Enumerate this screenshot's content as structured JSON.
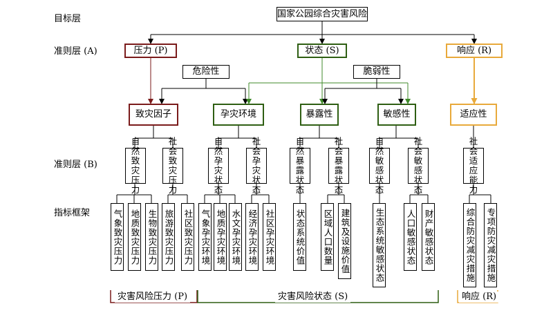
{
  "levels": {
    "goal": "目标层",
    "criteria_a": "准则层 (A)",
    "criteria_b": "准则层 (B)",
    "indicators": "指标框架"
  },
  "root": "国家公园综合灾害风险",
  "criteria_a": {
    "pressure": "压力 (P)",
    "state": "状态 (S)",
    "response": "响应 (R)"
  },
  "mid_groups": {
    "hazard": "危险性",
    "vulnerability": "脆弱性"
  },
  "factors": {
    "hazard_factor": "致灾因子",
    "environment": "孕灾环境",
    "exposure": "暴露性",
    "sensitivity": "敏感性",
    "adaptability": "适应性"
  },
  "criteria_b": {
    "nat_hazard_pressure": "自然致灾压力",
    "soc_hazard_pressure": "社会致灾压力",
    "nat_env_state": "自然孕灾状态",
    "soc_env_state": "社会孕灾状态",
    "nat_exposure_state": "自然暴露状态",
    "soc_exposure_state": "社会暴露状态",
    "nat_sensitivity_state": "自然敏感状态",
    "soc_sensitivity_state": "社会敏感状态",
    "soc_adapt_capacity": "社会适应能力"
  },
  "indicators": {
    "meteo_pressure": "气象致灾压力",
    "geo_pressure": "地质致灾压力",
    "bio_pressure": "生物致灾压力",
    "tourism_pressure": "旅游致灾压力",
    "community_pressure": "社区致灾压力",
    "meteo_env": "气象孕灾环境",
    "geo_env": "地质孕灾环境",
    "hydro_env": "水文孕灾环境",
    "econ_env": "经济孕灾环境",
    "community_env": "社区孕灾环境",
    "eco_value": "状态系统价值",
    "population": "区域人口数量",
    "building_value": "建筑及设施价值",
    "eco_sensitivity": "生态系统敏感状态",
    "pop_sensitivity": "人口敏感状态",
    "property_sensitivity": "财产敏感状态",
    "integrated_measures": "综合防灾减灾措施",
    "special_measures": "专项防灾减灾措施"
  },
  "categories": {
    "pressure": "灾害风险压力 (P)",
    "state": "灾害风险状态 (S)",
    "response": "响应 (R)"
  },
  "colors": {
    "pressure": "#7a1a1a",
    "state": "#2e5e12",
    "response": "#e8a93a",
    "line": "#000000",
    "green_line": "#3f8a2a"
  }
}
